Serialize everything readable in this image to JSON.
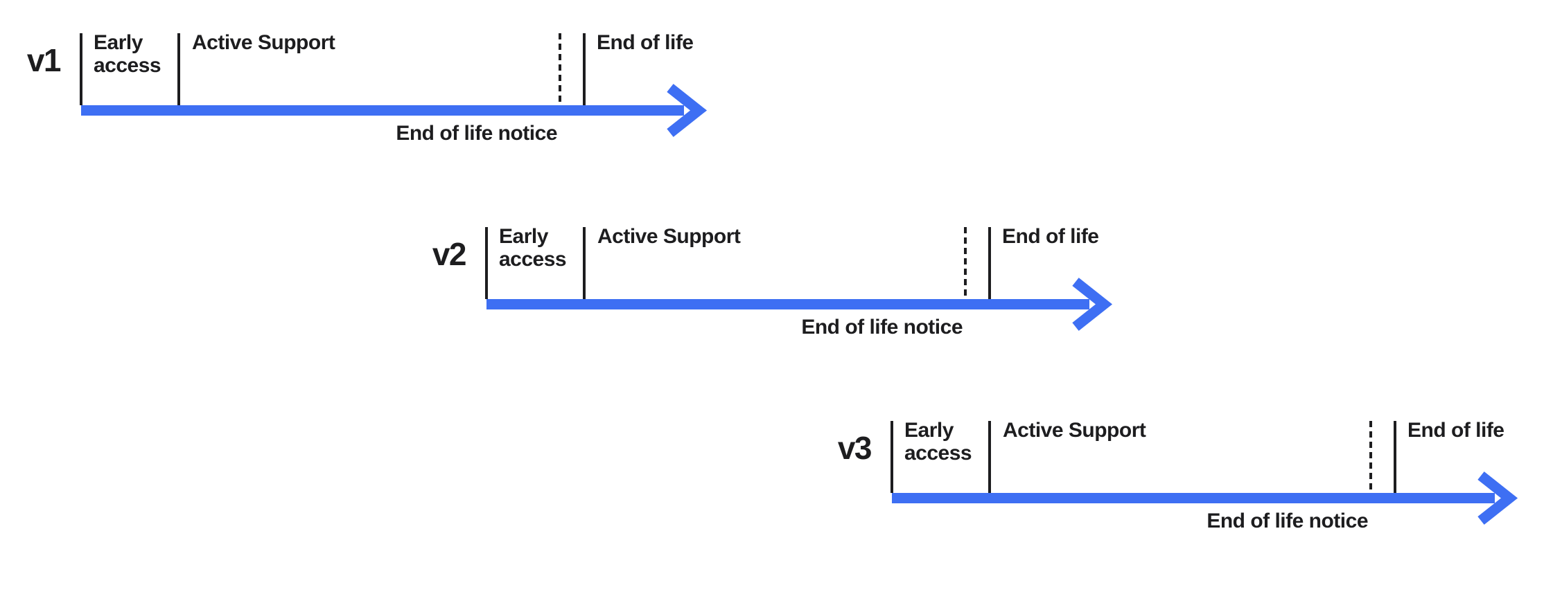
{
  "colors": {
    "accent": "#3E6FF3",
    "ink": "#1D1D1F",
    "background": "#FFFFFF"
  },
  "timelines": [
    {
      "version": "v1",
      "phases": {
        "early_access": "Early\naccess",
        "active_support": "Active Support",
        "end_of_life": "End of life",
        "end_of_life_notice": "End of life notice"
      }
    },
    {
      "version": "v2",
      "phases": {
        "early_access": "Early\naccess",
        "active_support": "Active Support",
        "end_of_life": "End of life",
        "end_of_life_notice": "End of life notice"
      }
    },
    {
      "version": "v3",
      "phases": {
        "early_access": "Early\naccess",
        "active_support": "Active Support",
        "end_of_life": "End of life",
        "end_of_life_notice": "End of life notice"
      }
    }
  ]
}
